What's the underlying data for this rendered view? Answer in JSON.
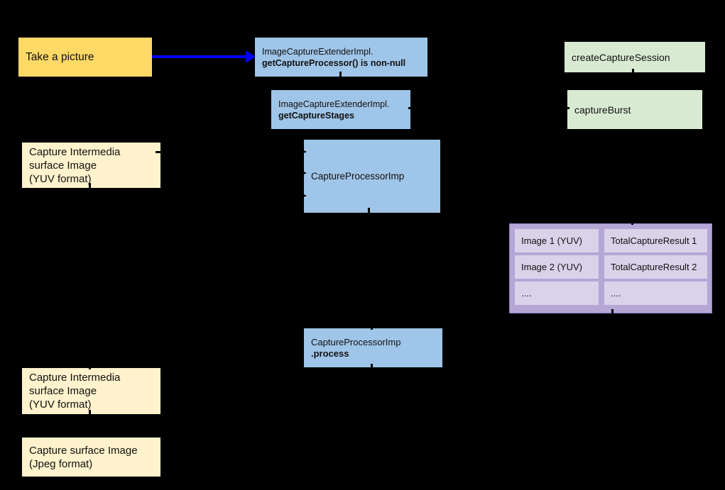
{
  "diagram": {
    "colors": {
      "background": "#000000",
      "arrow_blue": "#0000ff",
      "action_yellow": "#ffd966",
      "pale_yellow": "#fff2cc",
      "light_blue": "#9fc5e8",
      "light_green": "#d9ead3",
      "purple_container": "#b4a7d6",
      "purple_cell": "#d9d2e9"
    },
    "nodes": {
      "take_picture": {
        "label": "Take a picture"
      },
      "get_capture_processor": {
        "line1": "ImageCaptureExtenderImpl.",
        "line2": "getCaptureProcessor() is non-null"
      },
      "get_capture_stages": {
        "line1": "ImageCaptureExtenderImpl.",
        "line2": "getCaptureStages"
      },
      "create_capture_session": {
        "label": "createCaptureSession"
      },
      "capture_burst": {
        "label": "captureBurst"
      },
      "intermediate_yuv_top": {
        "line1": "Capture Intermedia",
        "line2": "surface Image",
        "line3": "(YUV format)"
      },
      "capture_processor_imp": {
        "label": "CaptureProcessorImp"
      },
      "result_table": {
        "rows": [
          [
            "Image 1 (YUV)",
            "TotalCaptureResult 1"
          ],
          [
            "Image 2 (YUV)",
            "TotalCaptureResult 2"
          ],
          [
            "....",
            "...."
          ]
        ]
      },
      "capture_processor_process": {
        "line1": "CaptureProcessorImp",
        "line2": ".process"
      },
      "intermediate_yuv_bottom": {
        "line1": "Capture Intermedia",
        "line2": "surface Image",
        "line3": "(YUV format)"
      },
      "capture_jpeg": {
        "line1": "Capture surface Image",
        "line2": "(Jpeg format)"
      }
    }
  }
}
